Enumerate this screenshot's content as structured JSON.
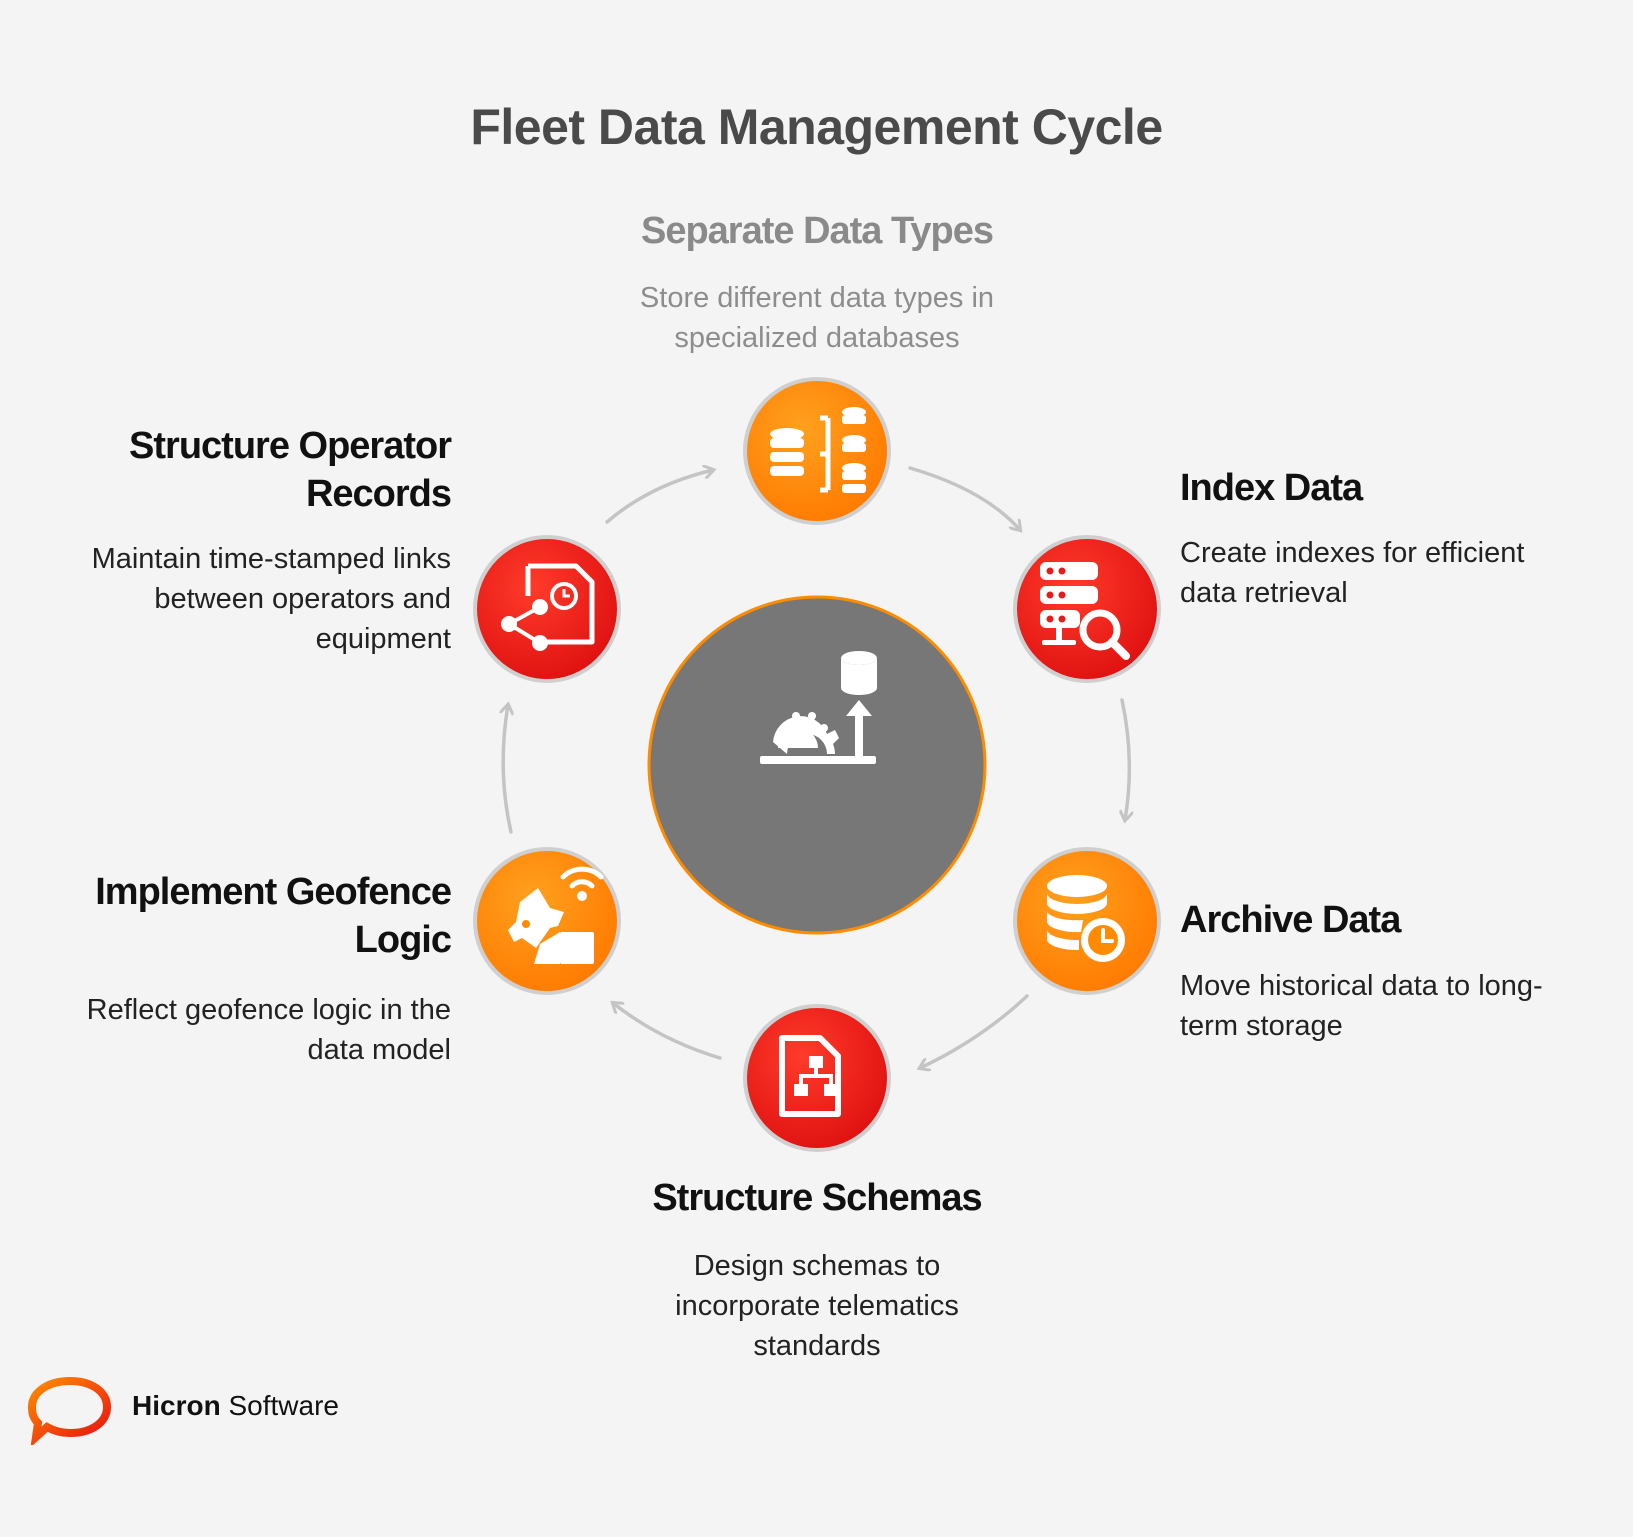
{
  "title": "Fleet Data Management Cycle",
  "steps": [
    {
      "id": "separate",
      "title": "Separate Data Types",
      "desc": [
        "Store different data types in",
        "specialized databases"
      ],
      "icon": "database-split-icon",
      "color": "orange"
    },
    {
      "id": "index",
      "title": "Index Data",
      "desc": [
        "Create indexes for efficient",
        "data retrieval"
      ],
      "icon": "server-search-icon",
      "color": "red"
    },
    {
      "id": "archive",
      "title": "Archive Data",
      "desc": [
        "Move historical data to long-",
        "term storage"
      ],
      "icon": "database-clock-icon",
      "color": "orange"
    },
    {
      "id": "schemas",
      "title": "Structure Schemas",
      "desc": [
        "Design schemas to",
        "incorporate telematics",
        "standards"
      ],
      "icon": "schema-document-icon",
      "color": "red"
    },
    {
      "id": "geofence",
      "title": [
        "Implement Geofence",
        "Logic"
      ],
      "desc": [
        "Reflect geofence logic in the",
        "data model"
      ],
      "icon": "geofence-vehicle-icon",
      "color": "orange"
    },
    {
      "id": "operator",
      "title": [
        "Structure Operator",
        "Records"
      ],
      "desc": [
        "Maintain time-stamped links",
        "between operators and",
        "equipment"
      ],
      "icon": "shared-record-icon",
      "color": "red"
    }
  ],
  "center_icon": "data-processing-icon",
  "colors": {
    "orange": "#ff8c00",
    "red": "#ee1c1c",
    "center": "#777777",
    "center_ring": "#ff8c00",
    "arrow": "#c4c4c4"
  },
  "logo": {
    "brand": "Hicron",
    "suffix": " Software",
    "icon": "hicron-logo-icon"
  }
}
